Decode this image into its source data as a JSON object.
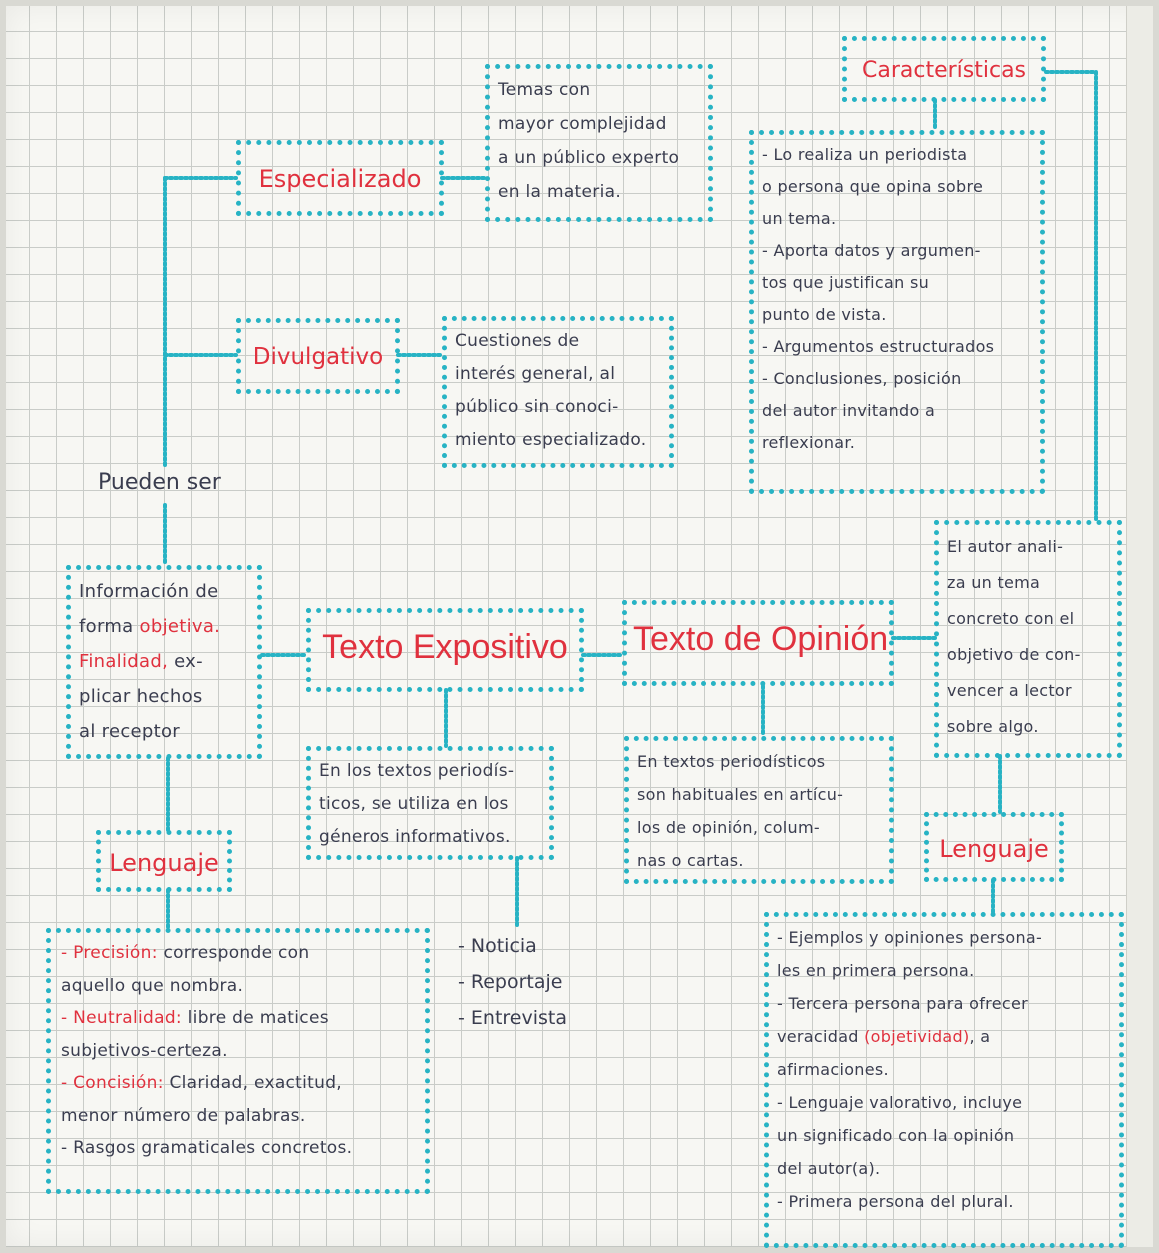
{
  "central": {
    "expositivo": "Texto Expositivo",
    "opinion": "Texto de Opinión"
  },
  "pueden_ser": "Pueden ser",
  "especializado": {
    "label": "Especializado",
    "description": [
      "Temas con",
      "mayor complejidad",
      "a un público experto",
      "en la materia."
    ]
  },
  "divulgativo": {
    "label": "Divulgativo",
    "description": [
      "Cuestiones de",
      "interés general, al",
      "público sin conoci-",
      "miento especializado."
    ]
  },
  "expositivo_info": [
    "Información de",
    "forma objetiva.",
    "Finalidad, ex-",
    "plicar hechos",
    "al receptor"
  ],
  "expositivo_info_red": {
    "objetiva": "objetiva.",
    "finalidad": "Finalidad,"
  },
  "expositivo_periodisticos": [
    "En los textos periodís-",
    "ticos, se utiliza en los",
    "géneros informativos."
  ],
  "generos_informativos": [
    "- Noticia",
    "- Reportaje",
    "- Entrevista"
  ],
  "lenguaje_left": {
    "label": "Lenguaje",
    "items": [
      {
        "term": "- Precisión:",
        "text": "corresponde con",
        "text2": "aquello que nombra."
      },
      {
        "term": "- Neutralidad:",
        "text": "libre de matices",
        "text2": "subjetivos-certeza."
      },
      {
        "term": "- Concisión:",
        "text": "Claridad, exactitud,",
        "text2": "menor número de palabras."
      },
      {
        "term": "- Rasgos gramaticales concretos.",
        "text": "",
        "text2": ""
      }
    ]
  },
  "caracteristicas": {
    "label": "Características",
    "items": [
      [
        "- Lo realiza un periodista",
        "o persona que opina sobre",
        "un tema."
      ],
      [
        "- Aporta datos y argumen-",
        "tos que justifican su",
        "punto de vista."
      ],
      [
        "- Argumentos estructurados"
      ],
      [
        "- Conclusiones, posición",
        "del autor invitando a",
        "reflexionar."
      ]
    ]
  },
  "opinion_def": [
    "El autor anali-",
    "za un tema",
    "concreto con el",
    "objetivo de con-",
    "vencer a lector",
    "sobre algo."
  ],
  "opinion_periodisticos": [
    "En textos periodísticos",
    "son habituales en artícu-",
    "los de opinión, colum-",
    "nas o cartas."
  ],
  "lenguaje_right": {
    "label": "Lenguaje",
    "items": [
      [
        "- Ejemplos y opiniones persona-",
        "les en primera persona."
      ],
      [
        "- Tercera persona para ofrecer",
        "veracidad (objetividad), a",
        "afirmaciones."
      ],
      [
        "- Lenguaje valorativo, incluye",
        "un significado con la opinión",
        "del autor(a)."
      ],
      [
        "- Primera persona del plural."
      ]
    ],
    "highlight": "(objetividad)"
  },
  "colors": {
    "box_border": "#27b3c4",
    "connector": "#27b3c4",
    "title_red": "#e0313e",
    "ink": "#3a3d4f",
    "paper": "#f7f7f3",
    "grid": "#c9ccc8"
  }
}
